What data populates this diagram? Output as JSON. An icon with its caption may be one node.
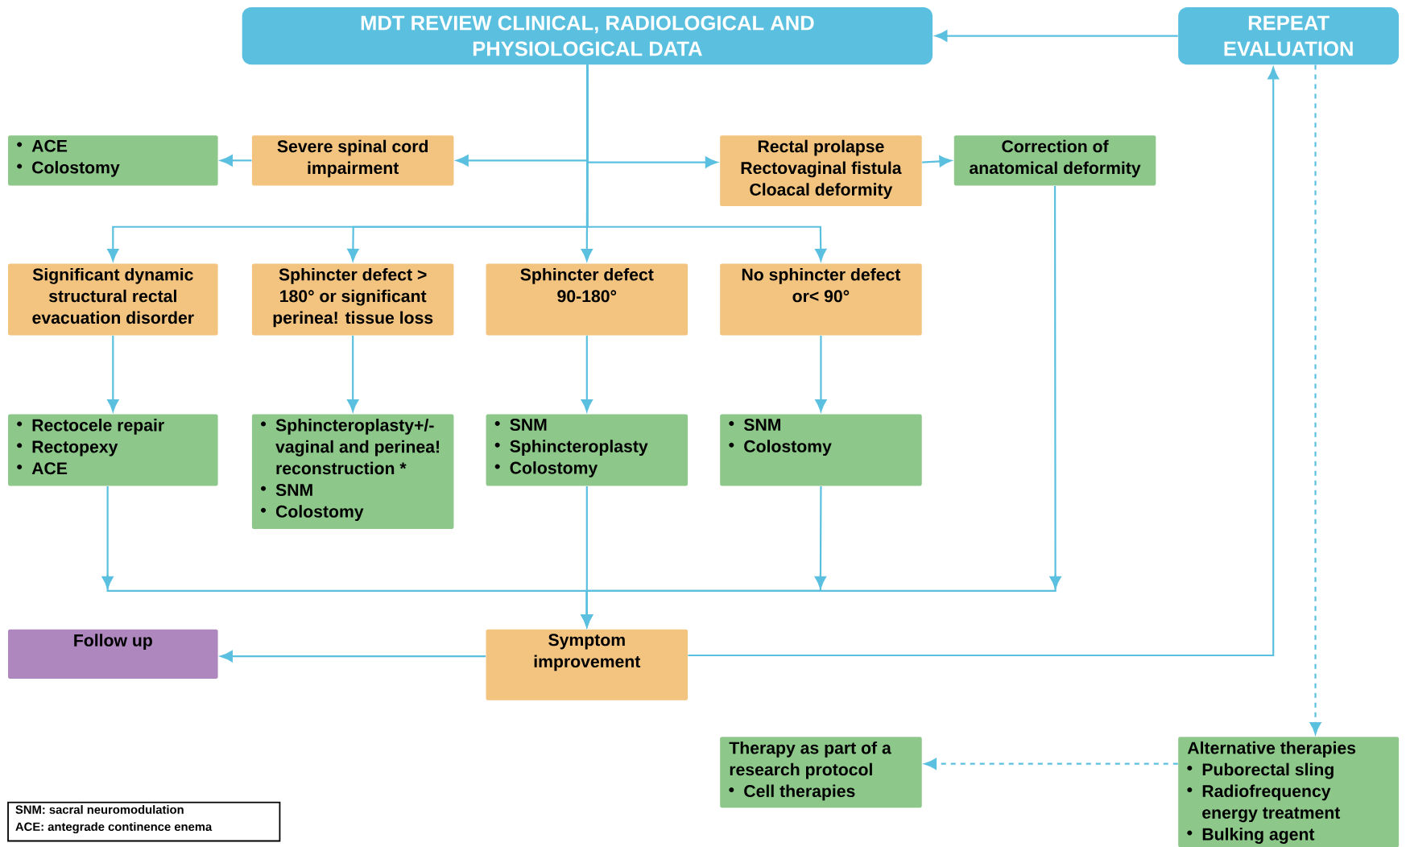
{
  "diagram": {
    "nodes": [
      {
        "text": [
          "MDT REVIEW CLINICAL, RADIOLOGICAL AND PHYSIOLOGICAL DATA"
        ]
      },
      {
        "text": [
          "REPEAT EVALUATION"
        ]
      },
      {
        "text": [
          "ACE",
          "Colostomy"
        ]
      },
      {
        "text": [
          "Severe spinal cord impairment"
        ]
      },
      {
        "text": [
          "Rectal prolapse",
          "Rectovaginal fistula",
          "Cloacal deformity"
        ]
      },
      {
        "text": [
          "Correction of anatomical deformity"
        ]
      },
      {
        "text": [
          "Significant dynamic structural rectal evacuation disorder"
        ]
      },
      {
        "text": [
          "Sphincter defect > 180° or significant perinea! tissue loss"
        ]
      },
      {
        "text": [
          "Sphincter defect 90-180°"
        ]
      },
      {
        "text": [
          "No sphincter defect or< 90°"
        ]
      },
      {
        "text": [
          "Rectocele repair",
          "Rectopexy",
          "ACE"
        ]
      },
      {
        "text": [
          "Sphincteroplasty+/- vaginal and perinea! reconstruction *",
          "SNM",
          "Colostomy"
        ]
      },
      {
        "text": [
          "SNM",
          "Sphincteroplasty",
          "Colostomy"
        ]
      },
      {
        "text": [
          "SNM",
          "Colostomy"
        ]
      },
      {
        "text": [
          "Follow up"
        ]
      },
      {
        "text": [
          "Symptom improvement"
        ]
      },
      {
        "text": [
          "Therapy as part of a research protocol",
          "Cell therapies"
        ]
      },
      {
        "text": [
          "Alternative therapies",
          "Puborectal sling",
          "Radiofrequency energy treatment",
          "Bulking agent"
        ]
      },
      {
        "text": [
          "SNM: sacral neuromodulation",
          "ACE: antegrade continence enema"
        ]
      }
    ],
    "edges": [
      {
        "from": 1,
        "to": 0,
        "arrow": "to"
      },
      {
        "from": 3,
        "to": 2,
        "arrow": "to"
      },
      {
        "from": 0,
        "to": 3,
        "arrow": "to"
      },
      {
        "from": 0,
        "to": 4,
        "arrow": "to"
      },
      {
        "from": 4,
        "to": 5,
        "arrow": "to"
      },
      {
        "from": 0,
        "to": 6,
        "arrow": "to"
      },
      {
        "from": 0,
        "to": 7,
        "arrow": "to"
      },
      {
        "from": 0,
        "to": 8,
        "arrow": "to"
      },
      {
        "from": 0,
        "to": 9,
        "arrow": "to"
      },
      {
        "from": 6,
        "to": 10,
        "arrow": "to"
      },
      {
        "from": 7,
        "to": 11,
        "arrow": "to"
      },
      {
        "from": 8,
        "to": 12,
        "arrow": "to"
      },
      {
        "from": 9,
        "to": 13,
        "arrow": "to"
      },
      {
        "from": 10,
        "to": 15,
        "arrow": "to"
      },
      {
        "from": 12,
        "to": 15,
        "arrow": "to"
      },
      {
        "from": 13,
        "to": 15,
        "arrow": "to"
      },
      {
        "from": 5,
        "to": 15,
        "arrow": "to"
      },
      {
        "from": 15,
        "to": 14,
        "arrow": "to"
      },
      {
        "from": 15,
        "to": 1,
        "arrow": "to"
      },
      {
        "from": 1,
        "to": 17,
        "arrow": "to",
        "style": "dashed"
      },
      {
        "from": 17,
        "to": 16,
        "arrow": "to",
        "style": "dashed"
      }
    ]
  }
}
